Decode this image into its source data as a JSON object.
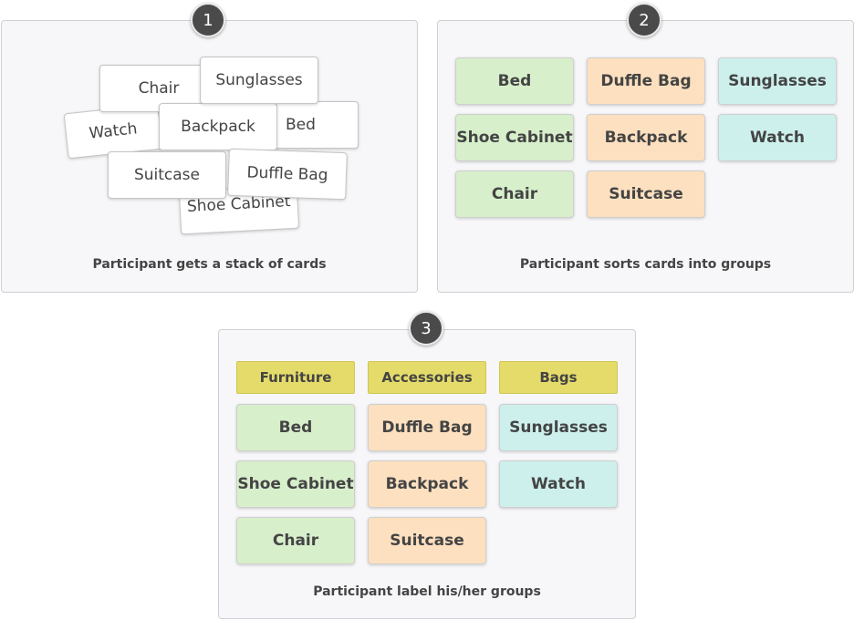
{
  "steps": [
    {
      "number": "1",
      "caption": "Participant gets a stack of  cards",
      "cards": [
        "Chair",
        "Sunglasses",
        "Bed",
        "Watch",
        "Backpack",
        "Suitcase",
        "Duffle Bag",
        "Shoe Cabinet"
      ]
    },
    {
      "number": "2",
      "caption": "Participant sorts cards into groups",
      "columns": [
        [
          "Bed",
          "Shoe Cabinet",
          "Chair"
        ],
        [
          "Duffle Bag",
          "Backpack",
          "Suitcase"
        ],
        [
          "Sunglasses",
          "Watch"
        ]
      ]
    },
    {
      "number": "3",
      "caption": "Participant label his/her groups",
      "groups": [
        "Furniture",
        "Accessories",
        "Bags"
      ],
      "columns": [
        [
          "Bed",
          "Shoe Cabinet",
          "Chair"
        ],
        [
          "Duffle Bag",
          "Backpack",
          "Suitcase"
        ],
        [
          "Sunglasses",
          "Watch"
        ]
      ]
    }
  ],
  "colors": {
    "furniture": "#d7efcb",
    "bags": "#fde0bf",
    "accessories": "#cdf0ed",
    "group_label": "#e5db6a",
    "badge": "#4a4a4a"
  }
}
